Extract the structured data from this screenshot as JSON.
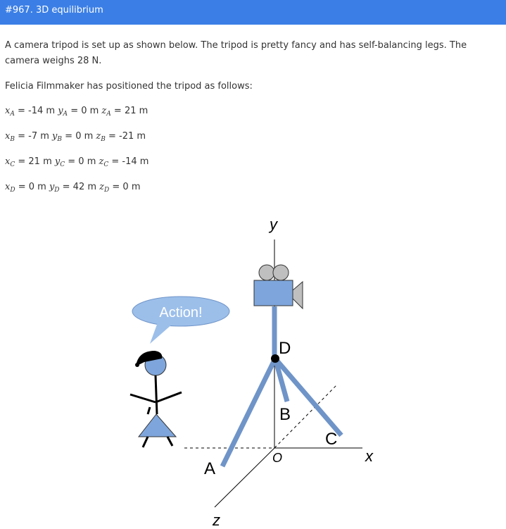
{
  "header": {
    "title": "#967. 3D equilibrium"
  },
  "problem": {
    "intro": "A camera tripod is set up as shown below. The tripod is pretty fancy and has self-balancing legs. The camera weighs 28 N.",
    "setup": "Felicia Filmmaker has positioned the tripod as follows:",
    "coords": [
      {
        "point": "A",
        "x": "= -14 m",
        "y": "= 0 m",
        "z": "= 21 m"
      },
      {
        "point": "B",
        "x": "= -7 m",
        "y": "= 0 m",
        "z": "= -21 m"
      },
      {
        "point": "C",
        "x": "= 21 m",
        "y": "= 0 m",
        "z": "= -14 m"
      },
      {
        "point": "D",
        "x": "= 0 m",
        "y": "= 42 m",
        "z": "= 0 m"
      }
    ]
  },
  "figure": {
    "speech": "Action!",
    "axis_x": "x",
    "axis_y": "y",
    "axis_z": "z",
    "origin": "O",
    "label_a": "A",
    "label_b": "B",
    "label_c": "C",
    "label_d": "D",
    "colors": {
      "leg": "#6f94c8",
      "camera": "#7ea6dc",
      "bubble": "#9cbfea",
      "header": "#3b7fe6"
    }
  }
}
